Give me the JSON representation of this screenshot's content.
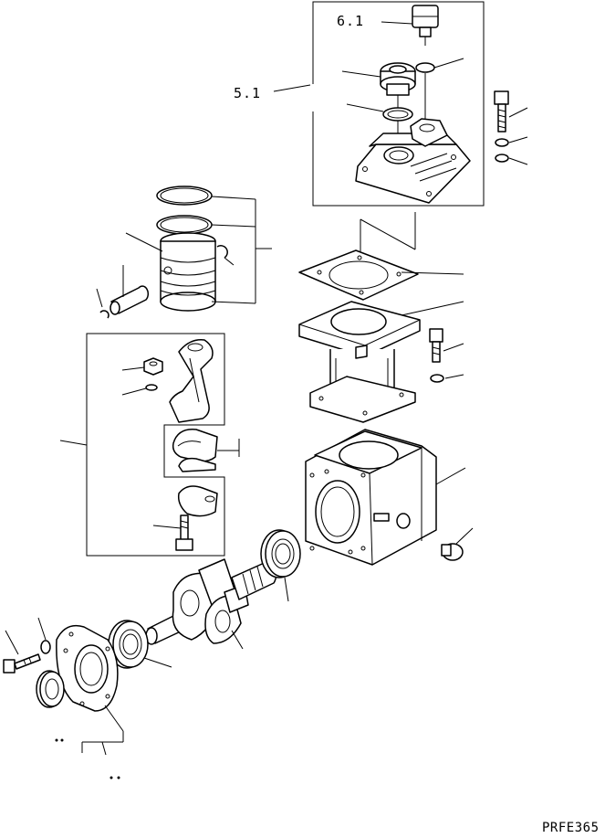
{
  "labels": {
    "part_6_1": "6.1",
    "part_5_1": "5.1",
    "drawing_code": "PRFE365"
  },
  "colors": {
    "ink": "#000000",
    "paper": "#ffffff"
  }
}
